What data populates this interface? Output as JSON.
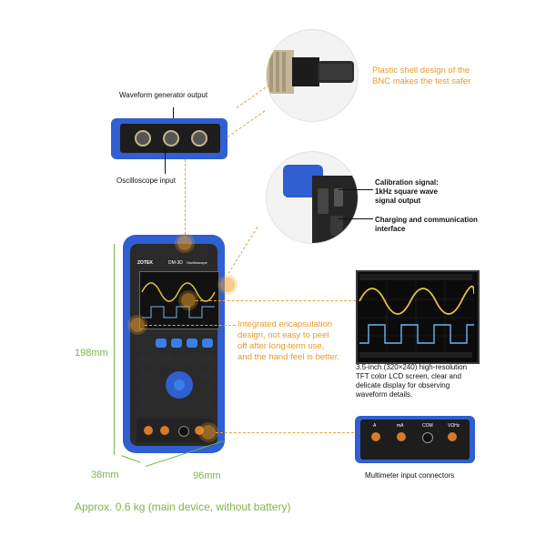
{
  "callouts": {
    "bnc_shell": "Plastic shell design of the\nBNC makes the test safer",
    "encapsulation": "Integrated encapsulation\ndesign, not easy to peel\noff after long-term use,\nand the hand feel is better."
  },
  "labels": {
    "waveform_output": "Waveform generator output",
    "scope_input": "Oscilloscope input",
    "calibration": "Calibration signal:\n1kHz square wave\nsignal output",
    "charging": "Charging and communication\ninterface",
    "lcd": "3.5-inch (320×240) high-resolution\nTFT color LCD screen, clear and\ndelicate display for observing\nwaveform details.",
    "multimeter": "Multimeter input connectors"
  },
  "dimensions": {
    "height": "198mm",
    "depth": "38mm",
    "width": "96mm"
  },
  "weight": "Approx. 0.6 kg (main device, without battery)",
  "device": {
    "brand": "ZOTEK",
    "model": "DM-3D",
    "subtitle": "Oscilloscope"
  },
  "multimeter_ports": [
    "A",
    "mA",
    "COM",
    "VΩHz"
  ],
  "colors": {
    "accent_orange": "#e89a2c",
    "dimension_green": "#7ab648",
    "device_blue": "#2f5fd0",
    "device_body": "#2a2a2a"
  }
}
